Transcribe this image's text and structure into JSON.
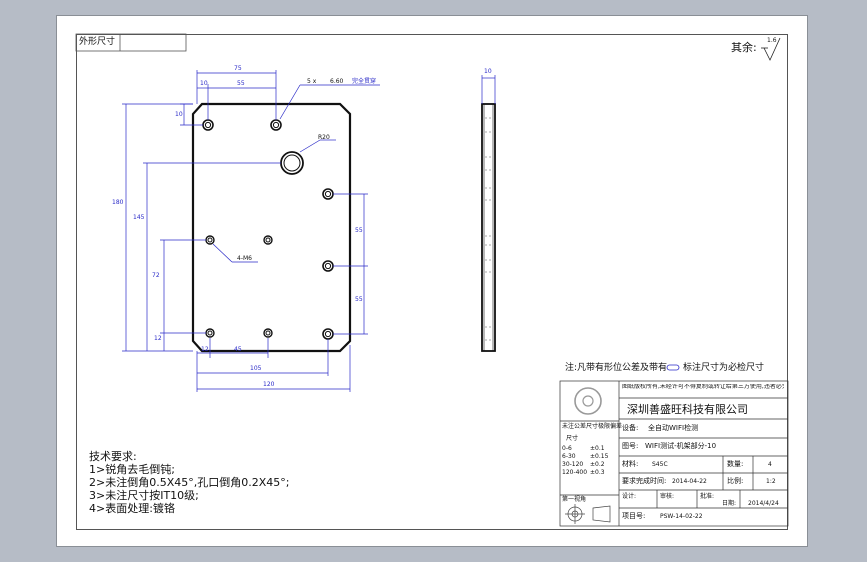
{
  "header": {
    "top_left_box": "外形尺寸",
    "roughness_label": "其余:",
    "roughness_value": "1.6"
  },
  "dimensions": {
    "top_overall": "75",
    "top_10": "10",
    "top_55": "55",
    "left_10": "10",
    "hole_note_prefix": "5 x",
    "hole_note_value": "6.60",
    "hole_note_suffix": "完全贯穿",
    "r20": "R20",
    "height_180": "180",
    "height_145": "145",
    "height_72": "72",
    "height_12": "12",
    "holes_4m6": "4-M6",
    "right_55a": "55",
    "right_55b": "55",
    "bottom_12": "12",
    "bottom_45": "45",
    "bottom_105": "105",
    "bottom_120": "120",
    "side_10": "10"
  },
  "notes": {
    "tolerance_note": "注:凡带有形位公差及带有",
    "tolerance_note2": "标注尺寸为必检尺寸"
  },
  "tech_requirements": {
    "title": "技术要求:",
    "items": [
      "1>锐角去毛倒钝;",
      "2>未注倒角0.5X45°,孔口倒角0.2X45°;",
      "3>未注尺寸按IT10级;",
      "4>表面处理:镀铬"
    ]
  },
  "title_block": {
    "garbled_line": "图纸版权所有,未经许可不得复制或转让给第三方使用,违者必究",
    "company": "深圳善盛旺科技有限公司",
    "device_label": "设备:",
    "device_value": "全自动WIFI检测",
    "drawing_no_label": "图号:",
    "drawing_no_value": "WIFI测试-机架部分-10",
    "material_label": "材料:",
    "material_value": "S45C",
    "qty_label": "数量:",
    "qty_value": "4",
    "due_label": "要求完成时间:",
    "due_value": "2014-04-22",
    "scale_label": "比例:",
    "scale_value": "1:2",
    "design_label": "设计:",
    "date_label": "日期:",
    "date_value": "2014/4/24",
    "project_label": "项目号:",
    "project_value": "PSW-14-02-22",
    "check_label": "审核:",
    "approve_label": "批准:",
    "tolerance_header": "未注公差尺寸极限偏差",
    "size_label": "尺寸",
    "first_view_label": "第一视角",
    "tol_rows": [
      "0-6",
      "6-30",
      "30-120",
      "120-400"
    ],
    "tol_vals": [
      "±0.1",
      "±0.15",
      "±0.2",
      "±0.3"
    ]
  },
  "colors": {
    "background": "#b6bcc6",
    "sheet": "#ffffff",
    "dimension_blue": "#2a2ac8",
    "outline": "#111111"
  }
}
